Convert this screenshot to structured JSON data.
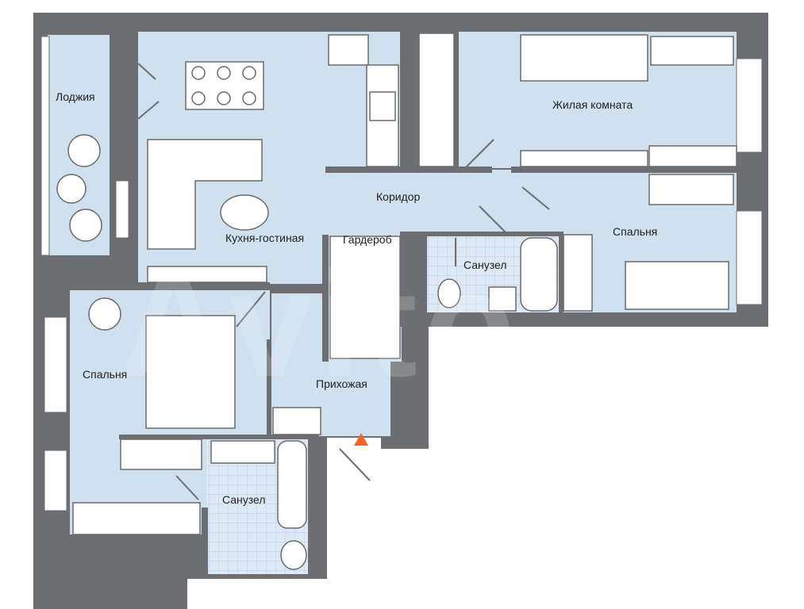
{
  "colors": {
    "wall": "#6d6e71",
    "floor": "#cfe0ef",
    "tile": "#dde9f4",
    "furniture_stroke": "#6a6a6a",
    "entry_marker": "#f26522"
  },
  "rooms": {
    "loggia": "Лоджия",
    "living_room": "Жилая комната",
    "corridor": "Коридор",
    "kitchen_living": "Кухня-гостиная",
    "wardrobe": "Гардероб",
    "bathroom_1": "Санузел",
    "bedroom_1": "Спальня",
    "bedroom_2": "Спальня",
    "hallway": "Прихожая",
    "bathroom_2": "Санузел"
  },
  "watermark": "Avito",
  "icons": {
    "entry": "entrance-triangle-icon"
  }
}
